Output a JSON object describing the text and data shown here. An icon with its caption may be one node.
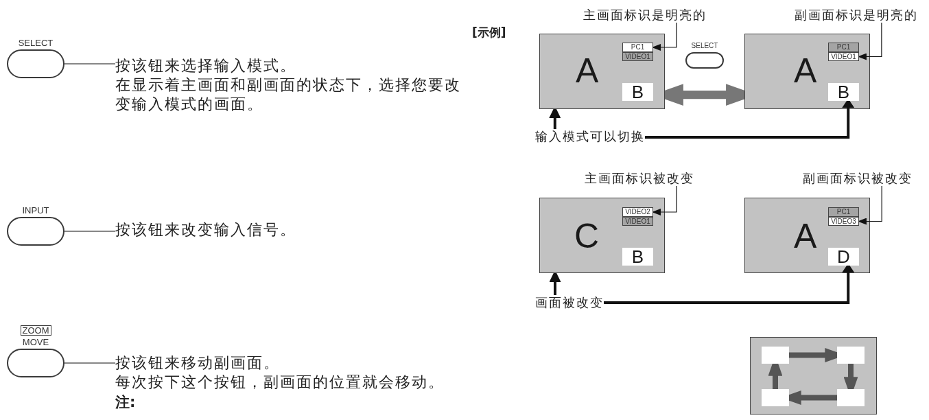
{
  "diagram": {
    "nodes": [
      {
        "text": [
          "SELECT"
        ]
      },
      {
        "text": [
          "按该钮来选择输入模式。",
          "在显示着主画面和副画面的状态下，选择您要改变输入模式的画面。"
        ]
      },
      {
        "text": [
          "INPUT"
        ]
      },
      {
        "text": [
          "按该钮来改变输入信号。"
        ]
      },
      {
        "text": [
          "ZOOM",
          "MOVE"
        ]
      },
      {
        "text": [
          "按该钮来移动副画面。",
          "每次按下这个按钮，副画面的位置就会移动。"
        ]
      },
      {
        "text": [
          "主画面标识是明亮的"
        ]
      },
      {
        "text": [
          "副画面标识是明亮的"
        ]
      },
      {
        "text": [
          "A"
        ]
      },
      {
        "text": [
          "PC1"
        ],
        "in": 8
      },
      {
        "text": [
          "VIDEO1"
        ],
        "in": 8
      },
      {
        "text": [
          "B"
        ],
        "in": 8
      },
      {
        "text": [
          "SELECT"
        ]
      },
      {
        "text": [
          "A"
        ]
      },
      {
        "text": [
          "PC1"
        ],
        "in": 13
      },
      {
        "text": [
          "VIDEO1"
        ],
        "in": 13
      },
      {
        "text": [
          "B"
        ],
        "in": 13
      },
      {
        "text": [
          "输入模式可以切换"
        ]
      },
      {
        "text": [
          "主画面标识被改变"
        ]
      },
      {
        "text": [
          "副画面标识被改变"
        ]
      },
      {
        "text": [
          "C"
        ]
      },
      {
        "text": [
          "VIDEO2"
        ],
        "in": 20
      },
      {
        "text": [
          "VIDEO1"
        ],
        "in": 20
      },
      {
        "text": [
          "B"
        ],
        "in": 20
      },
      {
        "text": [
          "A"
        ]
      },
      {
        "text": [
          "PC1"
        ],
        "in": 24
      },
      {
        "text": [
          "VIDEO3"
        ],
        "in": 24
      },
      {
        "text": [
          "D"
        ],
        "in": 24
      },
      {
        "text": [
          "画面被改变"
        ]
      },
      {
        "text": [],
        "shape": "box"
      },
      {
        "text": [],
        "shape": "box",
        "in": 29
      },
      {
        "text": [],
        "shape": "box",
        "in": 29
      },
      {
        "text": [],
        "shape": "box",
        "in": 29
      },
      {
        "text": [],
        "shape": "box",
        "in": 29
      }
    ],
    "edges": [
      {
        "from": 0,
        "to": 1,
        "arrow": "none"
      },
      {
        "from": 2,
        "to": 3,
        "arrow": "none"
      },
      {
        "from": 4,
        "to": 5,
        "arrow": "none"
      },
      {
        "from": 6,
        "to": 9,
        "arrow": "to"
      },
      {
        "from": 7,
        "to": 15,
        "arrow": "to"
      },
      {
        "from": 8,
        "to": 13,
        "arrow": "both",
        "style": "thick",
        "color": "#777777"
      },
      {
        "from": 17,
        "to": 8,
        "arrow": "to"
      },
      {
        "from": 17,
        "to": 16,
        "arrow": "to"
      },
      {
        "from": 18,
        "to": 21,
        "arrow": "to"
      },
      {
        "from": 19,
        "to": 26,
        "arrow": "to"
      },
      {
        "from": 28,
        "to": 20,
        "arrow": "to"
      },
      {
        "from": 28,
        "to": 27,
        "arrow": "to"
      },
      {
        "from": 30,
        "to": 31,
        "arrow": "to",
        "style": "thick",
        "color": "#555555"
      },
      {
        "from": 31,
        "to": 33,
        "arrow": "to",
        "style": "thick",
        "color": "#555555"
      },
      {
        "from": 33,
        "to": 32,
        "arrow": "to",
        "style": "thick",
        "color": "#555555"
      },
      {
        "from": 32,
        "to": 30,
        "arrow": "to",
        "style": "thick",
        "color": "#555555"
      }
    ],
    "labels": [
      "[示例]",
      "注:"
    ]
  }
}
